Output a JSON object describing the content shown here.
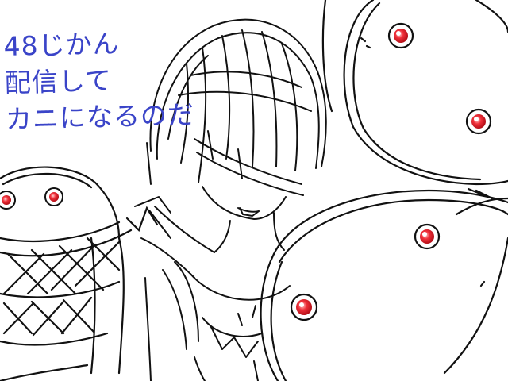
{
  "caption": {
    "line1": "48じかん",
    "line2": "配信して",
    "line3": "カニになるのだ"
  },
  "colors": {
    "ink": "#111111",
    "caption_ink": "#3a44c8",
    "eye_red": "#e8202c",
    "paper": "#ffffff"
  },
  "scene": {
    "subject": "character-sketch",
    "items": [
      "blindfolded-figure",
      "round-pod-robots",
      "net-wrapped-pod"
    ]
  }
}
